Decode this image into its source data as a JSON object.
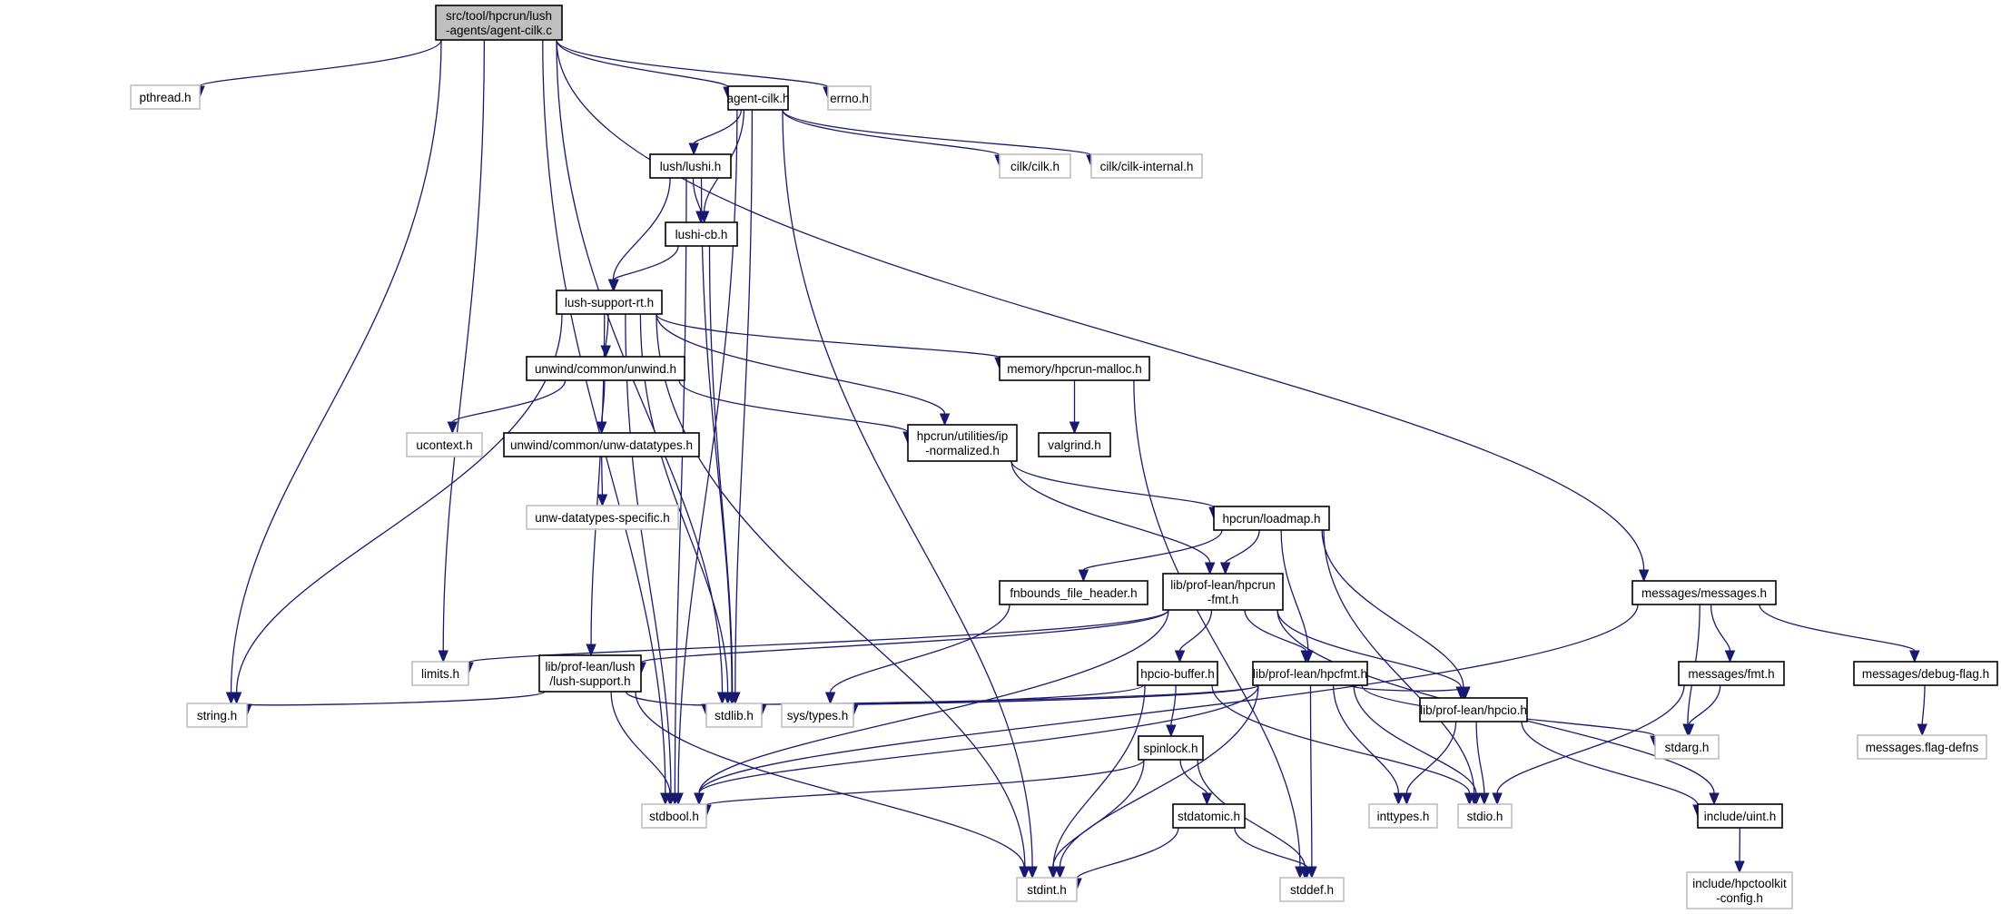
{
  "diagram": {
    "type": "include-dependency-graph",
    "root": "src/tool/hpcrun/lush-agents/agent-cilk.c",
    "colors": {
      "edge": "#191970",
      "root_fill": "#bfbfbf",
      "root_border": "#000000",
      "documented_border": "#000000",
      "undocumented_border": "#bfbfbf",
      "node_fill": "#ffffff"
    },
    "nodes": [
      {
        "id": "agent_cilk_c",
        "lines": [
          "src/tool/hpcrun/lush",
          "-agents/agent-cilk.c"
        ],
        "kind": "root"
      },
      {
        "id": "pthread_h",
        "lines": [
          "pthread.h"
        ],
        "kind": "external"
      },
      {
        "id": "agent_cilk_h",
        "lines": [
          "agent-cilk.h"
        ],
        "kind": "documented"
      },
      {
        "id": "errno_h",
        "lines": [
          "errno.h"
        ],
        "kind": "external"
      },
      {
        "id": "lushi_h",
        "lines": [
          "lush/lushi.h"
        ],
        "kind": "documented"
      },
      {
        "id": "cilk_h",
        "lines": [
          "cilk/cilk.h"
        ],
        "kind": "external"
      },
      {
        "id": "cilk_internal_h",
        "lines": [
          "cilk/cilk-internal.h"
        ],
        "kind": "external"
      },
      {
        "id": "lushi_cb_h",
        "lines": [
          "lushi-cb.h"
        ],
        "kind": "documented"
      },
      {
        "id": "lush_support_rt_h",
        "lines": [
          "lush-support-rt.h"
        ],
        "kind": "documented"
      },
      {
        "id": "unwind_h",
        "lines": [
          "unwind/common/unwind.h"
        ],
        "kind": "documented"
      },
      {
        "id": "memory_malloc_h",
        "lines": [
          "memory/hpcrun-malloc.h"
        ],
        "kind": "documented"
      },
      {
        "id": "ucontext_h",
        "lines": [
          "ucontext.h"
        ],
        "kind": "external"
      },
      {
        "id": "unw_datatypes_h",
        "lines": [
          "unwind/common/unw-datatypes.h"
        ],
        "kind": "documented"
      },
      {
        "id": "ip_normalized_h",
        "lines": [
          "hpcrun/utilities/ip",
          "-normalized.h"
        ],
        "kind": "documented"
      },
      {
        "id": "valgrind_h",
        "lines": [
          "valgrind.h"
        ],
        "kind": "documented"
      },
      {
        "id": "unw_specific_h",
        "lines": [
          "unw-datatypes-specific.h"
        ],
        "kind": "external"
      },
      {
        "id": "loadmap_h",
        "lines": [
          "hpcrun/loadmap.h"
        ],
        "kind": "documented"
      },
      {
        "id": "fnbounds_h",
        "lines": [
          "fnbounds_file_header.h"
        ],
        "kind": "documented"
      },
      {
        "id": "hpcrun_fmt_h",
        "lines": [
          "lib/prof-lean/hpcrun",
          "-fmt.h"
        ],
        "kind": "documented"
      },
      {
        "id": "messages_h",
        "lines": [
          "messages/messages.h"
        ],
        "kind": "documented"
      },
      {
        "id": "limits_h",
        "lines": [
          "limits.h"
        ],
        "kind": "external"
      },
      {
        "id": "lush_support_h",
        "lines": [
          "lib/prof-lean/lush",
          "/lush-support.h"
        ],
        "kind": "documented"
      },
      {
        "id": "hpcio_buffer_h",
        "lines": [
          "hpcio-buffer.h"
        ],
        "kind": "documented"
      },
      {
        "id": "hpcfmt_h",
        "lines": [
          "lib/prof-lean/hpcfmt.h"
        ],
        "kind": "documented"
      },
      {
        "id": "fmt_h",
        "lines": [
          "messages/fmt.h"
        ],
        "kind": "documented"
      },
      {
        "id": "debug_flag_h",
        "lines": [
          "messages/debug-flag.h"
        ],
        "kind": "documented"
      },
      {
        "id": "string_h",
        "lines": [
          "string.h"
        ],
        "kind": "external"
      },
      {
        "id": "stdlib_h",
        "lines": [
          "stdlib.h"
        ],
        "kind": "external"
      },
      {
        "id": "sys_types_h",
        "lines": [
          "sys/types.h"
        ],
        "kind": "external"
      },
      {
        "id": "hpcio_h",
        "lines": [
          "lib/prof-lean/hpcio.h"
        ],
        "kind": "documented"
      },
      {
        "id": "stdarg_h",
        "lines": [
          "stdarg.h"
        ],
        "kind": "external"
      },
      {
        "id": "flag_defns",
        "lines": [
          "messages.flag-defns"
        ],
        "kind": "external"
      },
      {
        "id": "spinlock_h",
        "lines": [
          "spinlock.h"
        ],
        "kind": "documented"
      },
      {
        "id": "stdbool_h",
        "lines": [
          "stdbool.h"
        ],
        "kind": "external"
      },
      {
        "id": "inttypes_h",
        "lines": [
          "inttypes.h"
        ],
        "kind": "external"
      },
      {
        "id": "stdio_h",
        "lines": [
          "stdio.h"
        ],
        "kind": "external"
      },
      {
        "id": "uint_h",
        "lines": [
          "include/uint.h"
        ],
        "kind": "documented"
      },
      {
        "id": "stdatomic_h",
        "lines": [
          "stdatomic.h"
        ],
        "kind": "documented"
      },
      {
        "id": "stdint_h",
        "lines": [
          "stdint.h"
        ],
        "kind": "external"
      },
      {
        "id": "stddef_h",
        "lines": [
          "stddef.h"
        ],
        "kind": "external"
      },
      {
        "id": "hpctoolkit_config_h",
        "lines": [
          "include/hpctoolkit",
          "-config.h"
        ],
        "kind": "external"
      }
    ],
    "edges": [
      [
        "agent_cilk_c",
        "pthread_h"
      ],
      [
        "agent_cilk_c",
        "agent_cilk_h"
      ],
      [
        "agent_cilk_c",
        "errno_h"
      ],
      [
        "agent_cilk_c",
        "string_h"
      ],
      [
        "agent_cilk_c",
        "stdbool_h"
      ],
      [
        "agent_cilk_c",
        "limits_h"
      ],
      [
        "agent_cilk_c",
        "stdlib_h"
      ],
      [
        "agent_cilk_c",
        "messages_h"
      ],
      [
        "agent_cilk_h",
        "lushi_h"
      ],
      [
        "agent_cilk_h",
        "cilk_h"
      ],
      [
        "agent_cilk_h",
        "cilk_internal_h"
      ],
      [
        "agent_cilk_h",
        "lushi_cb_h"
      ],
      [
        "agent_cilk_h",
        "stdint_h"
      ],
      [
        "agent_cilk_h",
        "stdbool_h"
      ],
      [
        "agent_cilk_h",
        "stdlib_h"
      ],
      [
        "lushi_h",
        "lushi_cb_h"
      ],
      [
        "lushi_h",
        "lush_support_rt_h"
      ],
      [
        "lushi_h",
        "stdbool_h"
      ],
      [
        "lushi_h",
        "stdlib_h"
      ],
      [
        "lushi_cb_h",
        "lush_support_rt_h"
      ],
      [
        "lushi_cb_h",
        "stdlib_h"
      ],
      [
        "lush_support_rt_h",
        "unwind_h"
      ],
      [
        "lush_support_rt_h",
        "memory_malloc_h"
      ],
      [
        "lush_support_rt_h",
        "ip_normalized_h"
      ],
      [
        "lush_support_rt_h",
        "string_h"
      ],
      [
        "lush_support_rt_h",
        "stdint_h"
      ],
      [
        "lush_support_rt_h",
        "stdbool_h"
      ],
      [
        "lush_support_rt_h",
        "lush_support_h"
      ],
      [
        "lush_support_rt_h",
        "stdlib_h"
      ],
      [
        "unwind_h",
        "ucontext_h"
      ],
      [
        "unwind_h",
        "unw_datatypes_h"
      ],
      [
        "unwind_h",
        "ip_normalized_h"
      ],
      [
        "unw_datatypes_h",
        "unw_specific_h"
      ],
      [
        "memory_malloc_h",
        "valgrind_h"
      ],
      [
        "memory_malloc_h",
        "stddef_h"
      ],
      [
        "ip_normalized_h",
        "loadmap_h"
      ],
      [
        "ip_normalized_h",
        "hpcrun_fmt_h"
      ],
      [
        "loadmap_h",
        "fnbounds_h"
      ],
      [
        "loadmap_h",
        "hpcrun_fmt_h"
      ],
      [
        "loadmap_h",
        "hpcfmt_h"
      ],
      [
        "loadmap_h",
        "hpcio_h"
      ],
      [
        "loadmap_h",
        "stdio_h"
      ],
      [
        "fnbounds_h",
        "sys_types_h"
      ],
      [
        "hpcrun_fmt_h",
        "limits_h"
      ],
      [
        "hpcrun_fmt_h",
        "lush_support_h"
      ],
      [
        "hpcrun_fmt_h",
        "hpcio_buffer_h"
      ],
      [
        "hpcrun_fmt_h",
        "hpcfmt_h"
      ],
      [
        "hpcrun_fmt_h",
        "hpcio_h"
      ],
      [
        "hpcrun_fmt_h",
        "uint_h"
      ],
      [
        "hpcrun_fmt_h",
        "stdbool_h"
      ],
      [
        "messages_h",
        "stdbool_h"
      ],
      [
        "messages_h",
        "fmt_h"
      ],
      [
        "messages_h",
        "debug_flag_h"
      ],
      [
        "messages_h",
        "stdarg_h"
      ],
      [
        "lush_support_h",
        "string_h"
      ],
      [
        "lush_support_h",
        "stdlib_h"
      ],
      [
        "lush_support_h",
        "stdbool_h"
      ],
      [
        "lush_support_h",
        "stdint_h"
      ],
      [
        "hpcio_buffer_h",
        "sys_types_h"
      ],
      [
        "hpcio_buffer_h",
        "spinlock_h"
      ],
      [
        "hpcio_buffer_h",
        "stdint_h"
      ],
      [
        "hpcio_buffer_h",
        "stdio_h"
      ],
      [
        "hpcfmt_h",
        "stdlib_h"
      ],
      [
        "hpcfmt_h",
        "sys_types_h"
      ],
      [
        "hpcfmt_h",
        "stdbool_h"
      ],
      [
        "hpcfmt_h",
        "hpcio_h"
      ],
      [
        "hpcfmt_h",
        "inttypes_h"
      ],
      [
        "hpcfmt_h",
        "stdio_h"
      ],
      [
        "hpcfmt_h",
        "stdint_h"
      ],
      [
        "hpcfmt_h",
        "stddef_h"
      ],
      [
        "hpcfmt_h",
        "stdarg_h"
      ],
      [
        "fmt_h",
        "stdarg_h"
      ],
      [
        "fmt_h",
        "stdio_h"
      ],
      [
        "debug_flag_h",
        "flag_defns"
      ],
      [
        "hpcio_h",
        "inttypes_h"
      ],
      [
        "hpcio_h",
        "stdio_h"
      ],
      [
        "hpcio_h",
        "uint_h"
      ],
      [
        "spinlock_h",
        "stdbool_h"
      ],
      [
        "spinlock_h",
        "stdatomic_h"
      ],
      [
        "spinlock_h",
        "stdint_h"
      ],
      [
        "spinlock_h",
        "stddef_h"
      ],
      [
        "stdatomic_h",
        "stdint_h"
      ],
      [
        "stdatomic_h",
        "stddef_h"
      ],
      [
        "uint_h",
        "hpctoolkit_config_h"
      ]
    ]
  }
}
